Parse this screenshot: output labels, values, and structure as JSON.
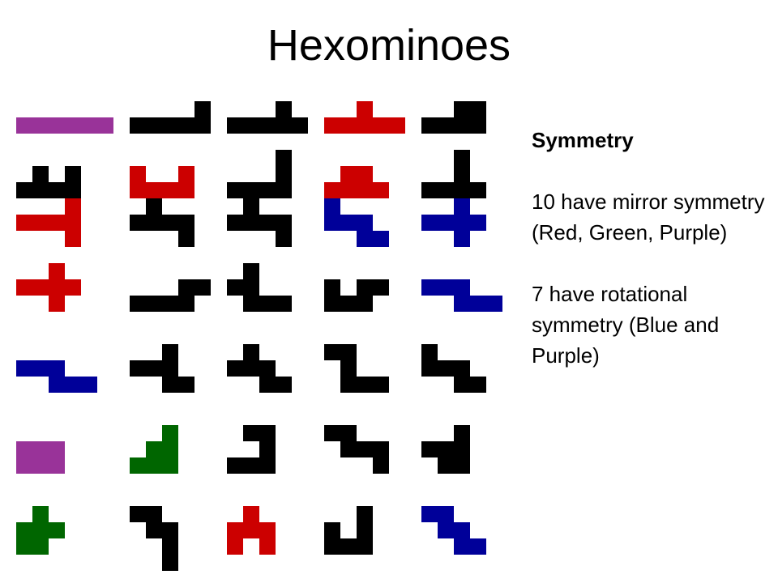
{
  "title": "Hexominoes",
  "panel": {
    "heading": "Symmetry",
    "mirror_text": "10 have mirror symmetry (Red, Green, Purple)",
    "rotational_text": "7 have rotational symmetry (Blue and Purple)"
  },
  "colors": {
    "black": "#000000",
    "red": "#cc0000",
    "blue": "#000099",
    "green": "#006600",
    "purple": "#993399"
  },
  "pieces": [
    {
      "row": 0,
      "col": 0,
      "color": "purple",
      "cells": [
        [
          0,
          1
        ],
        [
          1,
          1
        ],
        [
          2,
          1
        ],
        [
          3,
          1
        ],
        [
          4,
          1
        ],
        [
          5,
          1
        ]
      ]
    },
    {
      "row": 0,
      "col": 1,
      "color": "black",
      "cells": [
        [
          4,
          0
        ],
        [
          0,
          1
        ],
        [
          1,
          1
        ],
        [
          2,
          1
        ],
        [
          3,
          1
        ],
        [
          4,
          1
        ]
      ]
    },
    {
      "row": 0,
      "col": 2,
      "color": "black",
      "cells": [
        [
          3,
          0
        ],
        [
          0,
          1
        ],
        [
          1,
          1
        ],
        [
          2,
          1
        ],
        [
          3,
          1
        ],
        [
          4,
          1
        ]
      ]
    },
    {
      "row": 0,
      "col": 3,
      "color": "red",
      "cells": [
        [
          2,
          0
        ],
        [
          0,
          1
        ],
        [
          1,
          1
        ],
        [
          2,
          1
        ],
        [
          3,
          1
        ],
        [
          4,
          1
        ]
      ]
    },
    {
      "row": 0,
      "col": 4,
      "color": "black",
      "cells": [
        [
          2,
          0
        ],
        [
          3,
          0
        ],
        [
          0,
          1
        ],
        [
          1,
          1
        ],
        [
          2,
          1
        ],
        [
          3,
          1
        ]
      ]
    },
    {
      "row": 1,
      "col": 0,
      "color": "black",
      "cells": [
        [
          1,
          0
        ],
        [
          3,
          0
        ],
        [
          0,
          1
        ],
        [
          1,
          1
        ],
        [
          2,
          1
        ],
        [
          3,
          1
        ]
      ]
    },
    {
      "row": 1,
      "col": 1,
      "color": "red",
      "cells": [
        [
          0,
          0
        ],
        [
          3,
          0
        ],
        [
          0,
          1
        ],
        [
          1,
          1
        ],
        [
          2,
          1
        ],
        [
          3,
          1
        ]
      ]
    },
    {
      "row": 1,
      "col": 2,
      "color": "black",
      "cells": [
        [
          3,
          -1
        ],
        [
          3,
          0
        ],
        [
          0,
          1
        ],
        [
          1,
          1
        ],
        [
          2,
          1
        ],
        [
          3,
          1
        ]
      ]
    },
    {
      "row": 1,
      "col": 3,
      "color": "red",
      "cells": [
        [
          1,
          0
        ],
        [
          2,
          0
        ],
        [
          0,
          1
        ],
        [
          1,
          1
        ],
        [
          2,
          1
        ],
        [
          3,
          1
        ]
      ]
    },
    {
      "row": 1,
      "col": 4,
      "color": "black",
      "cells": [
        [
          2,
          -1
        ],
        [
          2,
          0
        ],
        [
          0,
          1
        ],
        [
          1,
          1
        ],
        [
          2,
          1
        ],
        [
          3,
          1
        ]
      ]
    },
    {
      "row": 2,
      "col": 0,
      "color": "red",
      "cells": [
        [
          3,
          -1
        ],
        [
          3,
          0
        ],
        [
          0,
          0
        ],
        [
          1,
          0
        ],
        [
          2,
          0
        ],
        [
          3,
          1
        ]
      ]
    },
    {
      "row": 2,
      "col": 1,
      "color": "black",
      "cells": [
        [
          1,
          -1
        ],
        [
          1,
          0
        ],
        [
          0,
          0
        ],
        [
          2,
          0
        ],
        [
          3,
          0
        ],
        [
          3,
          1
        ]
      ]
    },
    {
      "row": 2,
      "col": 2,
      "color": "black",
      "cells": [
        [
          1,
          -1
        ],
        [
          0,
          0
        ],
        [
          1,
          0
        ],
        [
          2,
          0
        ],
        [
          3,
          0
        ],
        [
          3,
          1
        ]
      ]
    },
    {
      "row": 2,
      "col": 3,
      "color": "blue",
      "cells": [
        [
          0,
          -1
        ],
        [
          0,
          0
        ],
        [
          1,
          0
        ],
        [
          2,
          0
        ],
        [
          2,
          1
        ],
        [
          3,
          1
        ]
      ]
    },
    {
      "row": 2,
      "col": 4,
      "color": "blue",
      "cells": [
        [
          2,
          -1
        ],
        [
          0,
          0
        ],
        [
          1,
          0
        ],
        [
          2,
          0
        ],
        [
          3,
          0
        ],
        [
          2,
          1
        ]
      ]
    },
    {
      "row": 3,
      "col": 0,
      "color": "red",
      "cells": [
        [
          2,
          -1
        ],
        [
          0,
          0
        ],
        [
          1,
          0
        ],
        [
          2,
          0
        ],
        [
          3,
          0
        ],
        [
          2,
          1
        ]
      ]
    },
    {
      "row": 3,
      "col": 1,
      "color": "black",
      "cells": [
        [
          3,
          0
        ],
        [
          4,
          0
        ],
        [
          0,
          1
        ],
        [
          1,
          1
        ],
        [
          2,
          1
        ],
        [
          3,
          1
        ]
      ]
    },
    {
      "row": 3,
      "col": 2,
      "color": "black",
      "cells": [
        [
          1,
          -1
        ],
        [
          1,
          0
        ],
        [
          0,
          0
        ],
        [
          1,
          1
        ],
        [
          2,
          1
        ],
        [
          3,
          1
        ]
      ]
    },
    {
      "row": 3,
      "col": 3,
      "color": "black",
      "cells": [
        [
          0,
          0
        ],
        [
          2,
          0
        ],
        [
          3,
          0
        ],
        [
          0,
          1
        ],
        [
          1,
          1
        ],
        [
          2,
          1
        ]
      ]
    },
    {
      "row": 3,
      "col": 4,
      "color": "blue",
      "cells": [
        [
          0,
          0
        ],
        [
          1,
          0
        ],
        [
          2,
          0
        ],
        [
          2,
          1
        ],
        [
          3,
          1
        ],
        [
          4,
          1
        ]
      ]
    },
    {
      "row": 4,
      "col": 0,
      "color": "blue",
      "cells": [
        [
          0,
          0
        ],
        [
          1,
          0
        ],
        [
          2,
          0
        ],
        [
          2,
          1
        ],
        [
          3,
          1
        ],
        [
          4,
          1
        ]
      ]
    },
    {
      "row": 4,
      "col": 1,
      "color": "black",
      "cells": [
        [
          2,
          -1
        ],
        [
          2,
          0
        ],
        [
          0,
          0
        ],
        [
          1,
          0
        ],
        [
          2,
          1
        ],
        [
          3,
          1
        ]
      ]
    },
    {
      "row": 4,
      "col": 2,
      "color": "black",
      "cells": [
        [
          1,
          -1
        ],
        [
          0,
          0
        ],
        [
          1,
          0
        ],
        [
          2,
          0
        ],
        [
          2,
          1
        ],
        [
          3,
          1
        ]
      ]
    },
    {
      "row": 4,
      "col": 3,
      "color": "black",
      "cells": [
        [
          0,
          -1
        ],
        [
          1,
          -1
        ],
        [
          1,
          0
        ],
        [
          1,
          1
        ],
        [
          2,
          1
        ],
        [
          3,
          1
        ]
      ]
    },
    {
      "row": 4,
      "col": 4,
      "color": "black",
      "cells": [
        [
          0,
          -1
        ],
        [
          0,
          0
        ],
        [
          1,
          0
        ],
        [
          2,
          0
        ],
        [
          2,
          1
        ],
        [
          3,
          1
        ]
      ]
    },
    {
      "row": 5,
      "col": 0,
      "color": "purple",
      "cells": [
        [
          0,
          0
        ],
        [
          1,
          0
        ],
        [
          2,
          0
        ],
        [
          0,
          1
        ],
        [
          1,
          1
        ],
        [
          2,
          1
        ]
      ]
    },
    {
      "row": 5,
      "col": 1,
      "color": "green",
      "cells": [
        [
          2,
          -1
        ],
        [
          1,
          0
        ],
        [
          2,
          0
        ],
        [
          0,
          1
        ],
        [
          1,
          1
        ],
        [
          2,
          1
        ]
      ]
    },
    {
      "row": 5,
      "col": 2,
      "color": "black",
      "cells": [
        [
          1,
          -1
        ],
        [
          2,
          -1
        ],
        [
          2,
          0
        ],
        [
          0,
          1
        ],
        [
          1,
          1
        ],
        [
          2,
          1
        ]
      ]
    },
    {
      "row": 5,
      "col": 3,
      "color": "black",
      "cells": [
        [
          0,
          -1
        ],
        [
          1,
          -1
        ],
        [
          1,
          0
        ],
        [
          2,
          0
        ],
        [
          3,
          0
        ],
        [
          3,
          1
        ]
      ]
    },
    {
      "row": 5,
      "col": 4,
      "color": "black",
      "cells": [
        [
          2,
          -1
        ],
        [
          1,
          0
        ],
        [
          2,
          0
        ],
        [
          0,
          0
        ],
        [
          1,
          1
        ],
        [
          2,
          1
        ]
      ]
    },
    {
      "row": 6,
      "col": 0,
      "color": "green",
      "cells": [
        [
          1,
          -1
        ],
        [
          0,
          0
        ],
        [
          1,
          0
        ],
        [
          2,
          0
        ],
        [
          0,
          1
        ],
        [
          1,
          1
        ]
      ]
    },
    {
      "row": 6,
      "col": 1,
      "color": "black",
      "cells": [
        [
          0,
          -1
        ],
        [
          1,
          -1
        ],
        [
          1,
          0
        ],
        [
          2,
          0
        ],
        [
          2,
          1
        ],
        [
          2,
          2
        ]
      ]
    },
    {
      "row": 6,
      "col": 2,
      "color": "red",
      "cells": [
        [
          1,
          -1
        ],
        [
          0,
          0
        ],
        [
          1,
          0
        ],
        [
          2,
          0
        ],
        [
          0,
          1
        ],
        [
          2,
          1
        ]
      ]
    },
    {
      "row": 6,
      "col": 3,
      "color": "black",
      "cells": [
        [
          2,
          -1
        ],
        [
          0,
          0
        ],
        [
          2,
          0
        ],
        [
          0,
          1
        ],
        [
          1,
          1
        ],
        [
          2,
          1
        ]
      ]
    },
    {
      "row": 6,
      "col": 4,
      "color": "blue",
      "cells": [
        [
          0,
          -1
        ],
        [
          1,
          -1
        ],
        [
          1,
          0
        ],
        [
          2,
          0
        ],
        [
          2,
          1
        ],
        [
          3,
          1
        ]
      ]
    }
  ]
}
